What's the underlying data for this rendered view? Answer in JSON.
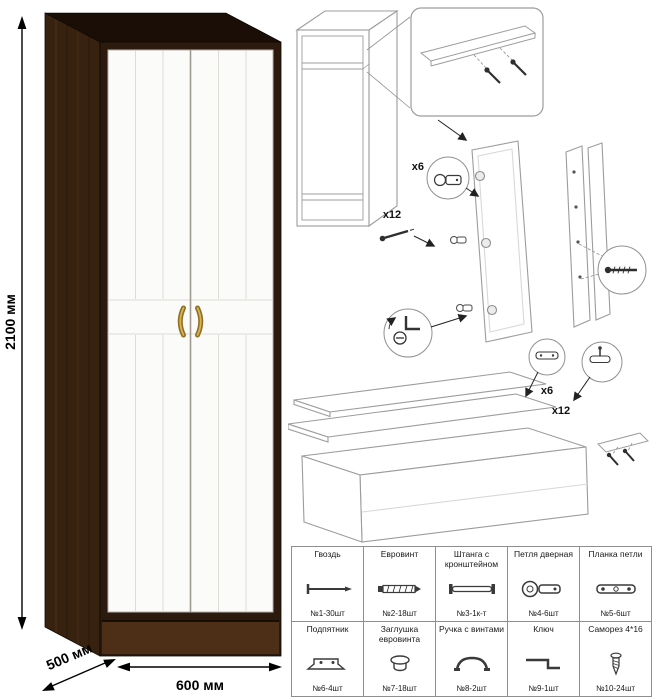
{
  "dimensions": {
    "height": "2100 мм",
    "depth": "500 мм",
    "width": "600 мм"
  },
  "assembly": {
    "qty_labels": [
      "x6",
      "x12",
      "x6",
      "x12"
    ]
  },
  "parts_table": {
    "rows": [
      [
        {
          "name": "Гвоздь",
          "count": "№1-30шт",
          "icon": "nail-icon"
        },
        {
          "name": "Евровинт",
          "count": "№2-18шт",
          "icon": "euroscrew-icon"
        },
        {
          "name": "Штанга с кронштейном",
          "count": "№3-1к-т",
          "icon": "rod-with-bracket-icon"
        },
        {
          "name": "Петля дверная",
          "count": "№4-6шт",
          "icon": "door-hinge-icon"
        },
        {
          "name": "Планка петли",
          "count": "№5-6шт",
          "icon": "hinge-plate-icon"
        }
      ],
      [
        {
          "name": "Подпятник",
          "count": "№6-4шт",
          "icon": "foot-glide-icon"
        },
        {
          "name": "Заглушка евровинта",
          "count": "№7-18шт",
          "icon": "screw-cap-icon"
        },
        {
          "name": "Ручка с винтами",
          "count": "№8-2шт",
          "icon": "handle-icon"
        },
        {
          "name": "Ключ",
          "count": "№9-1шт",
          "icon": "hex-key-icon"
        },
        {
          "name": "Саморез 4*16",
          "count": "№10-24шт",
          "icon": "self-tapping-screw-icon"
        }
      ]
    ]
  },
  "colors": {
    "body": "#2b1a0d",
    "side": "#37220f",
    "plinth": "#4d2f17",
    "door": "#fbfbf9",
    "handle_gold": "#c59a3f",
    "diagram_line": "#9c9c9c"
  }
}
